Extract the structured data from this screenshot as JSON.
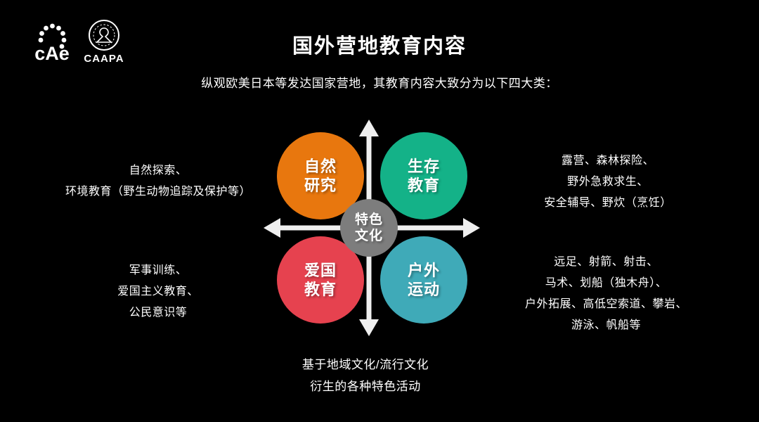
{
  "slide": {
    "title": "国外营地教育内容",
    "subtitle": "纵观欧美日本等发达国家营地，其教育内容大致分为以下四大类："
  },
  "logos": {
    "cae_text": "cAe",
    "caapa_text": "CAAPA"
  },
  "diagram": {
    "axis_color": "#efefef",
    "center": {
      "label": "特色\n文化",
      "color": "#7d7d7d"
    },
    "quadrants": [
      {
        "id": "nature-research",
        "label": "自然\n研究",
        "color": "#e8770e"
      },
      {
        "id": "survival-education",
        "label": "生存\n教育",
        "color": "#14b288"
      },
      {
        "id": "patriotic-education",
        "label": "爱国\n教育",
        "color": "#e6424f"
      },
      {
        "id": "outdoor-sports",
        "label": "户外\n运动",
        "color": "#3faab8"
      }
    ]
  },
  "annotations": {
    "top_left": {
      "lines": [
        "自然探索、",
        "环境教育（野生动物追踪及保护等）"
      ]
    },
    "bottom_left": {
      "lines": [
        "军事训练、",
        "爱国主义教育、",
        "公民意识等"
      ]
    },
    "top_right": {
      "lines": [
        "露营、森林探险、",
        "野外急救求生、",
        "安全辅导、野炊（烹饪）"
      ]
    },
    "bottom_right": {
      "lines": [
        "远足、射箭、射击、",
        "马术、划船（独木舟）、",
        "户外拓展、高低空索道、攀岩、",
        "游泳、帆船等"
      ]
    },
    "bottom_center": {
      "lines": [
        "基于地域文化/流行文化",
        "衍生的各种特色活动"
      ]
    }
  }
}
